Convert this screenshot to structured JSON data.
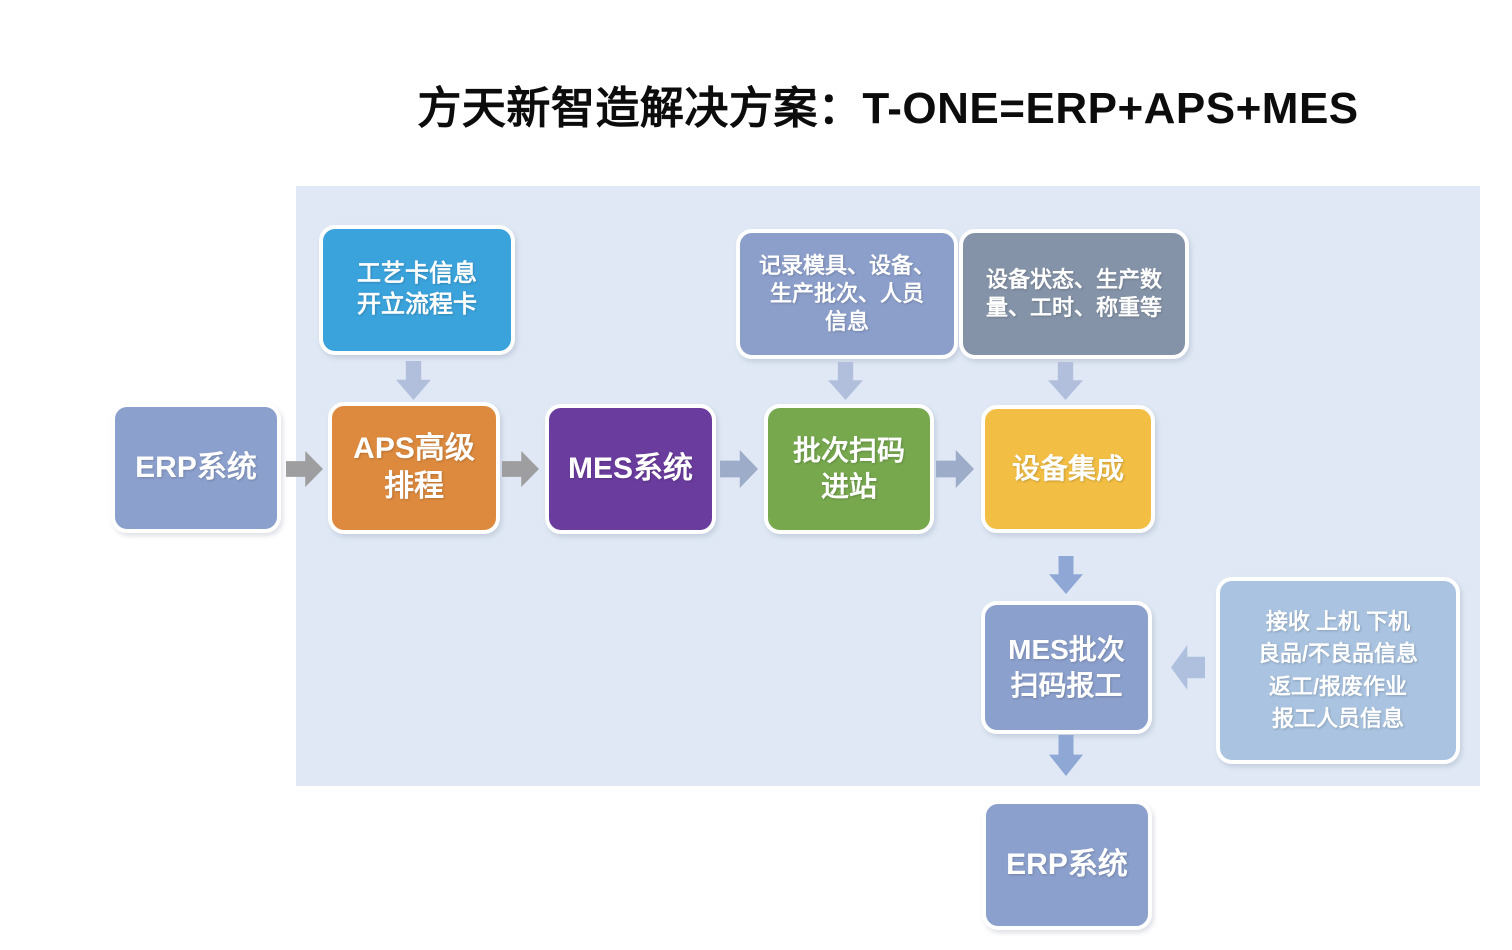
{
  "title": "方天新智造解决方案：T-ONE=ERP+APS+MES",
  "colors": {
    "panel_bg": "#DFE8F4",
    "periwinkle": "#8CA0CD",
    "craft_blue": "#3BA3DC",
    "record_blue": "#8C9FCB",
    "status_gray": "#8593A8",
    "aps_orange": "#DD8A3E",
    "mes_purple": "#6A3C9E",
    "scan_green": "#77A84E",
    "device_yellow": "#F2BE43",
    "report_lightblue": "#A9C3E0",
    "arrow_gray": "#9E9EA0",
    "arrow_bluegray": "#9DACC8",
    "arrow_light": "#B2BFDC",
    "arrow_blue": "#8FA7D5",
    "arrow_leftblue": "#AFC0DF"
  },
  "nodes": {
    "erp_source": {
      "label": "ERP系统",
      "color": "#8CA0CD"
    },
    "aps": {
      "lines": [
        "APS高级",
        "排程"
      ],
      "color": "#DD8A3E"
    },
    "mes": {
      "label": "MES系统",
      "color": "#6A3C9E"
    },
    "batch_scan_in": {
      "lines": [
        "批次扫码",
        "进站"
      ],
      "color": "#77A84E"
    },
    "device_integration": {
      "label": "设备集成",
      "color": "#F2BE43"
    },
    "mes_batch_report": {
      "lines": [
        "MES批次",
        "扫码报工"
      ],
      "color": "#8CA0CD"
    },
    "erp_target": {
      "label": "ERP系统",
      "color": "#8CA0CD"
    }
  },
  "annotations": {
    "craft_card": {
      "lines": [
        "工艺卡信息",
        "开立流程卡"
      ],
      "color": "#3BA3DC"
    },
    "record_info": {
      "lines": [
        "记录模具、设备、",
        "生产批次、人员",
        "信息"
      ],
      "color": "#8C9FCB"
    },
    "device_status": {
      "lines": [
        "设备状态、生产数",
        "量、工时、称重等"
      ],
      "color": "#8593A8"
    },
    "report_details": {
      "lines": [
        "接收 上机 下机",
        "良品/不良品信息",
        "返工/报废作业",
        "报工人员信息"
      ],
      "color": "#A9C3E0"
    }
  }
}
